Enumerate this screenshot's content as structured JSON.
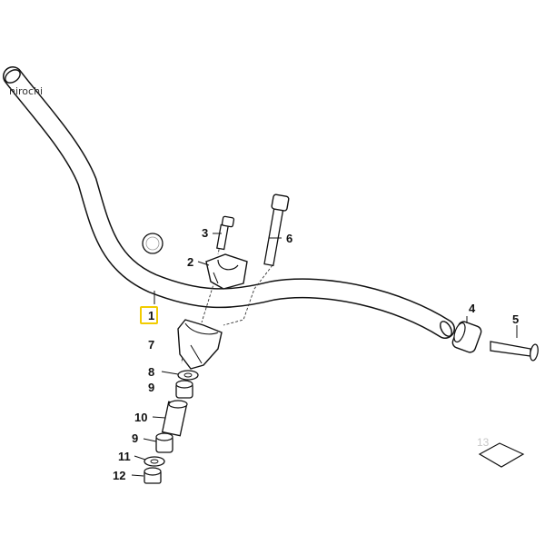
{
  "watermark": "hirochi",
  "highlight_color": "#f2cc00",
  "parts": {
    "p1": "1",
    "p2": "2",
    "p3": "3",
    "p4": "4",
    "p5": "5",
    "p6": "6",
    "p7": "7",
    "p8": "8",
    "p9a": "9",
    "p10": "10",
    "p9b": "9",
    "p11": "11",
    "p12": "12",
    "p13": "13"
  },
  "highlighted_part": "1"
}
